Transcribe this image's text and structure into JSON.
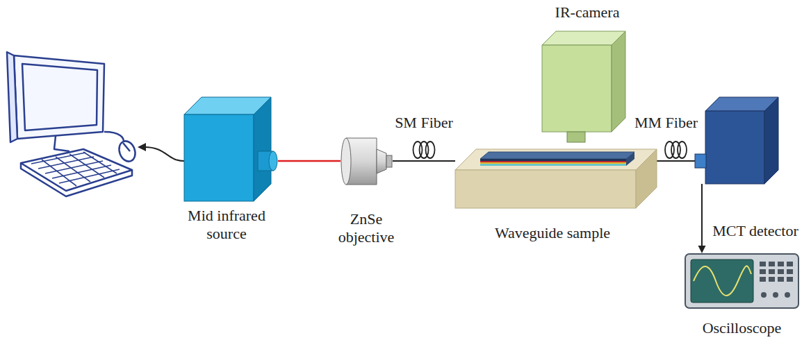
{
  "diagram": {
    "nodes": [
      {
        "text": [
          "Mid infrared source"
        ]
      },
      {
        "text": [
          "ZnSe objective"
        ]
      },
      {
        "text": [
          "Waveguide sample"
        ]
      },
      {
        "text": [
          "IR-camera"
        ]
      },
      {
        "text": [
          "MCT detector"
        ]
      },
      {
        "text": [
          "Oscilloscope"
        ]
      }
    ],
    "edges": [
      {
        "from": 0,
        "to": 1,
        "arrow": "none"
      },
      {
        "from": 1,
        "to": 2,
        "label": "SM Fiber",
        "arrow": "none"
      },
      {
        "from": 2,
        "to": 4,
        "label": "MM Fiber",
        "arrow": "none"
      },
      {
        "from": 4,
        "to": 5,
        "arrow": "to"
      }
    ]
  }
}
